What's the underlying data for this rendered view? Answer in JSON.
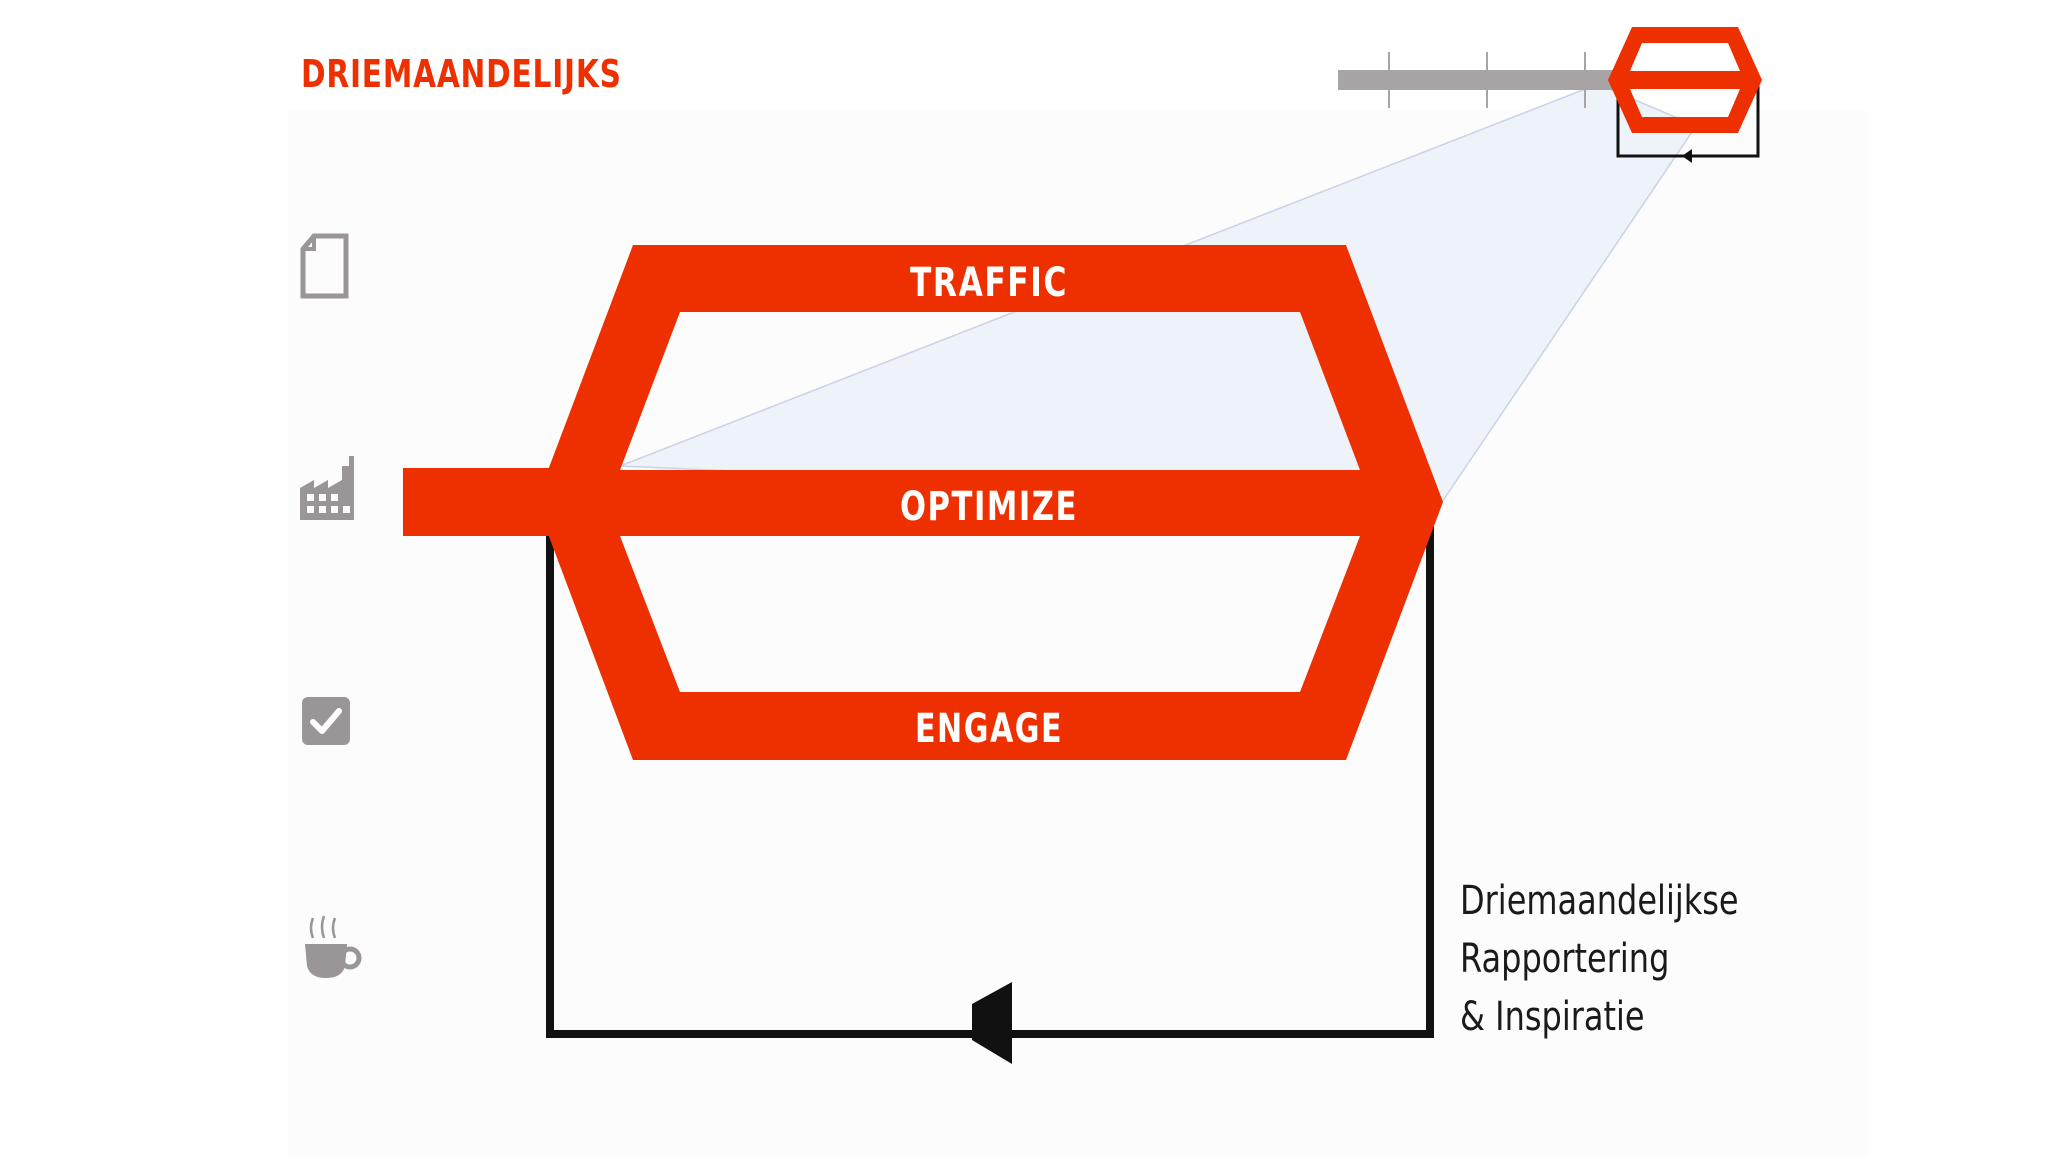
{
  "title": "DRIEMAANDELIJKS",
  "segments": {
    "top": "TRAFFIC",
    "middle": "OPTIMIZE",
    "bottom": "ENGAGE"
  },
  "caption": {
    "line1": "Driemaandelijkse",
    "line2": "Rapportering",
    "line3": "& Inspiratie"
  },
  "sidebar_icons": [
    "document-icon",
    "factory-icon",
    "checkbox-icon",
    "coffee-cup-icon"
  ],
  "colors": {
    "accent": "#ee3000",
    "gray": "#a8a3a4",
    "icon_gray": "#9a9596",
    "zoom_cone": "#eef2f9",
    "text_white": "#ffffff",
    "text_dark": "#1a1a1a"
  }
}
